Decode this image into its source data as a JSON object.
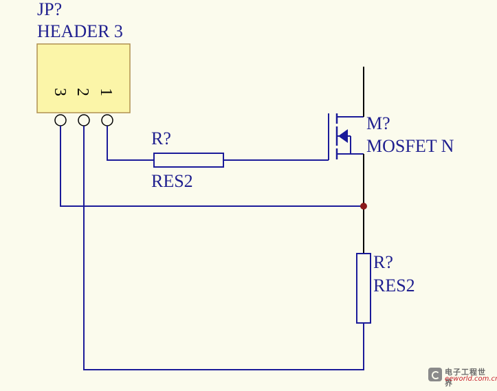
{
  "header_component": {
    "designator": "JP?",
    "part_name": "HEADER 3",
    "pin_numbers": [
      "3",
      "2",
      "1"
    ]
  },
  "resistor_top": {
    "designator": "R?",
    "part_name": "RES2"
  },
  "mosfet": {
    "designator": "M?",
    "part_name": "MOSFET N"
  },
  "resistor_right": {
    "designator": "R?",
    "part_name": "RES2"
  },
  "watermark": {
    "main_text": "电子工程世界",
    "url_text": "eeworld.com.cn"
  },
  "colors": {
    "background": "#fbfbed",
    "label_text": "#1f1f8f",
    "component_body": "#fbf5a8",
    "component_outline": "#b09050",
    "resistor_outline": "#1a1a99",
    "junction_dot": "#8b1a1a",
    "wire": "#000000",
    "signal_wire": "#1a1a99"
  }
}
